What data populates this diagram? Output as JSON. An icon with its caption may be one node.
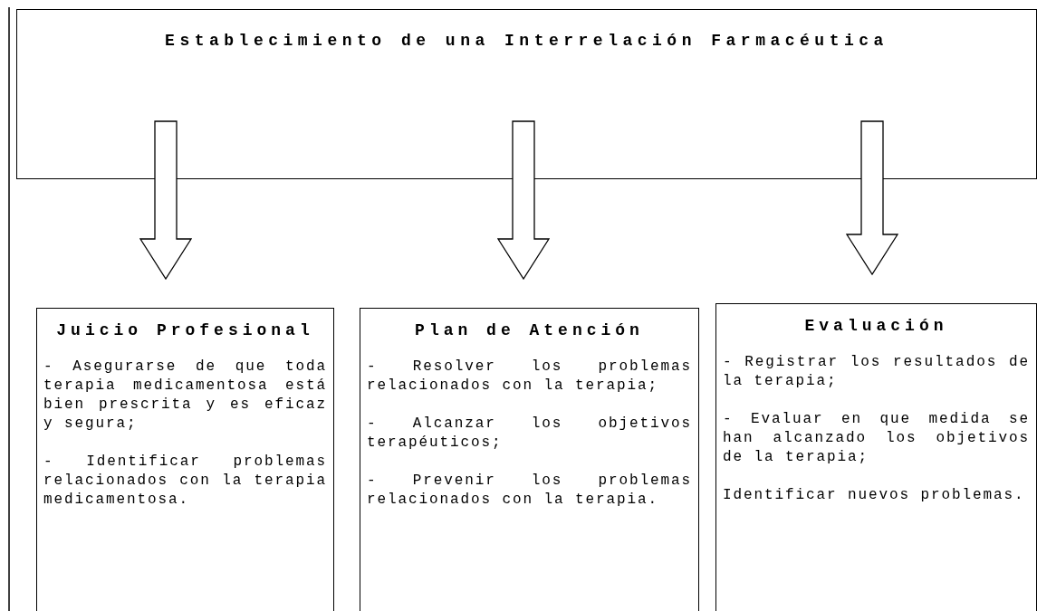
{
  "diagram": {
    "nodes": [
      {
        "text": [
          "Establecimiento de una Interrelación Farmacéutica"
        ]
      },
      {
        "text": [
          "Juicio Profesional",
          "- Asegurarse de que toda terapia medicamentosa está bien prescrita y es eficaz y segura;",
          "- Identificar problemas relacionados con la terapia medicamentosa."
        ]
      },
      {
        "text": [
          "Plan de Atención",
          "- Resolver los problemas relacionados con la terapia;",
          "- Alcanzar los objetivos terapéuticos;",
          "- Prevenir los problemas relacionados con la terapia."
        ]
      },
      {
        "text": [
          "Evaluación",
          "- Registrar los resultados de la terapia;",
          "- Evaluar en que medida se han alcanzado los objetivos de la terapia;",
          "Identificar nuevos problemas."
        ]
      }
    ],
    "edges": [
      {
        "from": 0,
        "to": 1,
        "arrow": "to"
      },
      {
        "from": 0,
        "to": 2,
        "arrow": "to"
      },
      {
        "from": 0,
        "to": 3,
        "arrow": "to"
      }
    ]
  }
}
